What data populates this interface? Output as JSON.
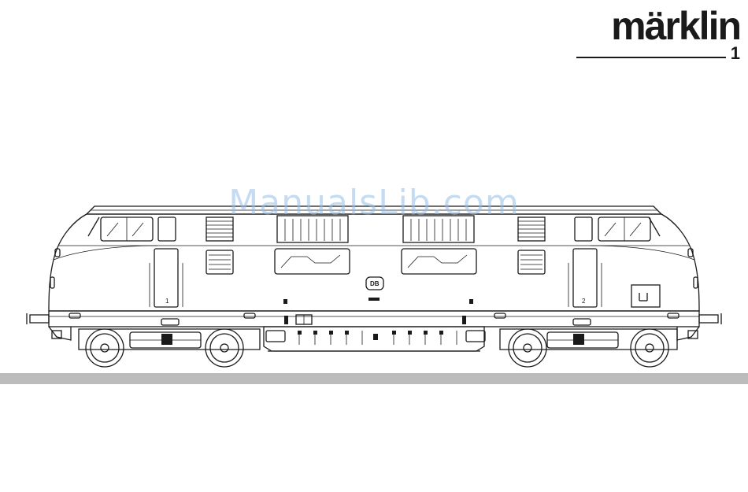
{
  "header": {
    "brand": "märklin",
    "gauge": "1"
  },
  "watermark": {
    "text": "ManualsLib.com"
  },
  "illustration": {
    "end_numbers": [
      "1",
      "2"
    ],
    "emblem": "DB"
  },
  "colors": {
    "ink": "#1a1a1a",
    "stripe": "#bcbcbc",
    "watermark": "#96bee6"
  }
}
